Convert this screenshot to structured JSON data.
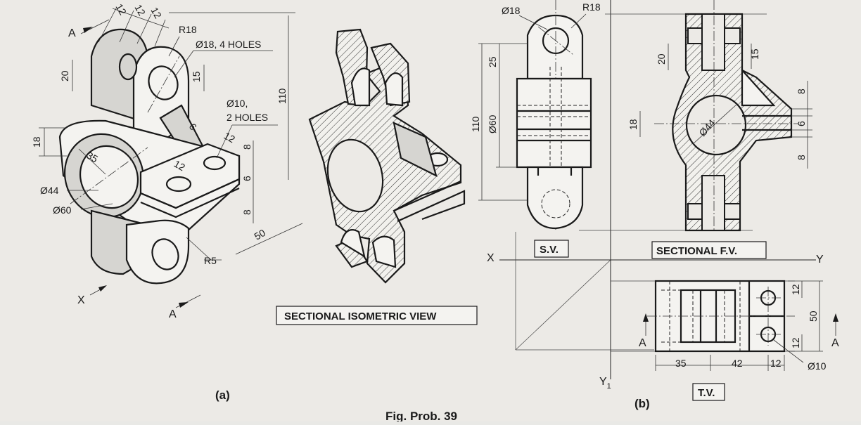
{
  "figure_caption": "Fig. Prob. 39",
  "part_a": {
    "label": "(a)",
    "view_title": "SECTIONAL ISOMETRIC VIEW",
    "dims": {
      "d12a": "12",
      "d12b": "12",
      "d12c": "12",
      "r18": "R18",
      "holes18": "Ø18, 4 HOLES",
      "d15": "15",
      "d20": "20",
      "holes10a": "Ø10,",
      "holes10b": "2 HOLES",
      "d110": "110",
      "d18": "18",
      "d35": "35",
      "d6a": "6",
      "d12d": "12",
      "d12e": "12",
      "d8a": "8",
      "d6b": "6",
      "d8b": "8",
      "d44": "Ø44",
      "d60": "Ø60",
      "d50": "50",
      "r5": "R5"
    },
    "labels": {
      "a_top": "A",
      "a_bottom": "A",
      "x_arrow": "X"
    }
  },
  "part_b": {
    "label": "(b)",
    "sv_title": "S.V.",
    "fv_title": "SECTIONAL F.V.",
    "tv_title": "T.V.",
    "axis": {
      "x": "X",
      "y": "Y",
      "y1": "Y",
      "y1_sub": "1"
    },
    "dims": {
      "d18": "Ø18",
      "r18": "R18",
      "d25": "25",
      "d110": "110",
      "d60": "Ø60",
      "d20": "20",
      "d15": "15",
      "d44": "Ø44",
      "d18b": "18",
      "d8a": "8",
      "d6": "6",
      "d8b": "8",
      "d12a": "12",
      "d50": "50",
      "d12b": "12",
      "d35": "35",
      "d42": "42",
      "d12c": "12",
      "d10": "Ø10",
      "a_left": "A",
      "a_right": "A"
    }
  }
}
